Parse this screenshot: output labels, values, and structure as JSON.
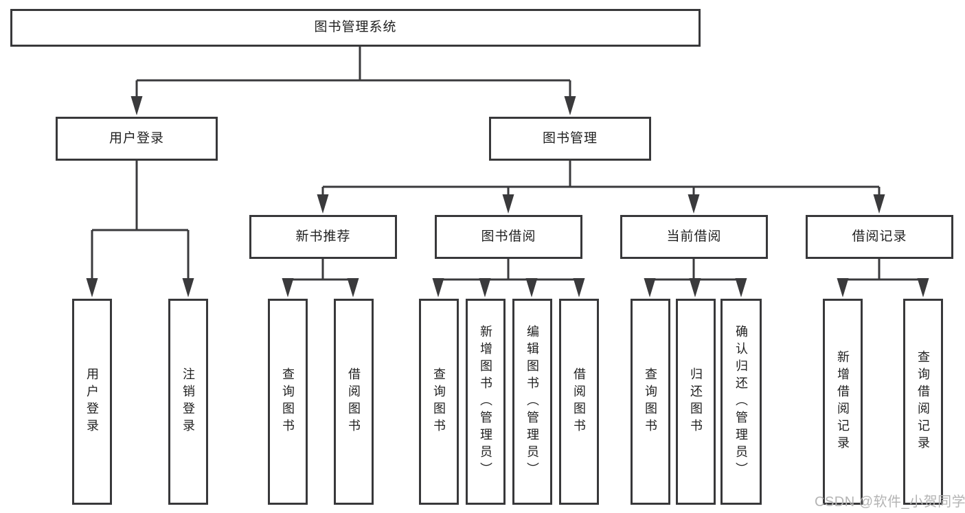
{
  "diagram": {
    "title_node": {
      "label": "图书管理系统"
    },
    "level2": [
      {
        "label": "用户登录"
      },
      {
        "label": "图书管理"
      }
    ],
    "level3": [
      {
        "label": "新书推荐"
      },
      {
        "label": "图书借阅"
      },
      {
        "label": "当前借阅"
      },
      {
        "label": "借阅记录"
      }
    ],
    "leaves": [
      {
        "label": "用户登录",
        "parent": "用户登录"
      },
      {
        "label": "注销登录",
        "parent": "用户登录"
      },
      {
        "label": "查询图书",
        "parent": "新书推荐"
      },
      {
        "label": "借阅图书",
        "parent": "新书推荐"
      },
      {
        "label": "查询图书",
        "parent": "图书借阅"
      },
      {
        "label": "新增图书（管理员）",
        "parent": "图书借阅"
      },
      {
        "label": "编辑图书（管理员）",
        "parent": "图书借阅"
      },
      {
        "label": "借阅图书",
        "parent": "图书借阅"
      },
      {
        "label": "查询图书",
        "parent": "当前借阅"
      },
      {
        "label": "归还图书",
        "parent": "当前借阅"
      },
      {
        "label": "确认归还（管理员）",
        "parent": "当前借阅"
      },
      {
        "label": "新增借阅记录",
        "parent": "借阅记录"
      },
      {
        "label": "查询借阅记录",
        "parent": "借阅记录"
      }
    ],
    "colors": {
      "line": "#3a3a3c",
      "box_border": "#38383a",
      "text": "#1f1f1f",
      "background": "#ffffff",
      "watermark": "#b4b4b4"
    }
  },
  "watermark": {
    "text": "CSDN @软件_小贺同学"
  }
}
